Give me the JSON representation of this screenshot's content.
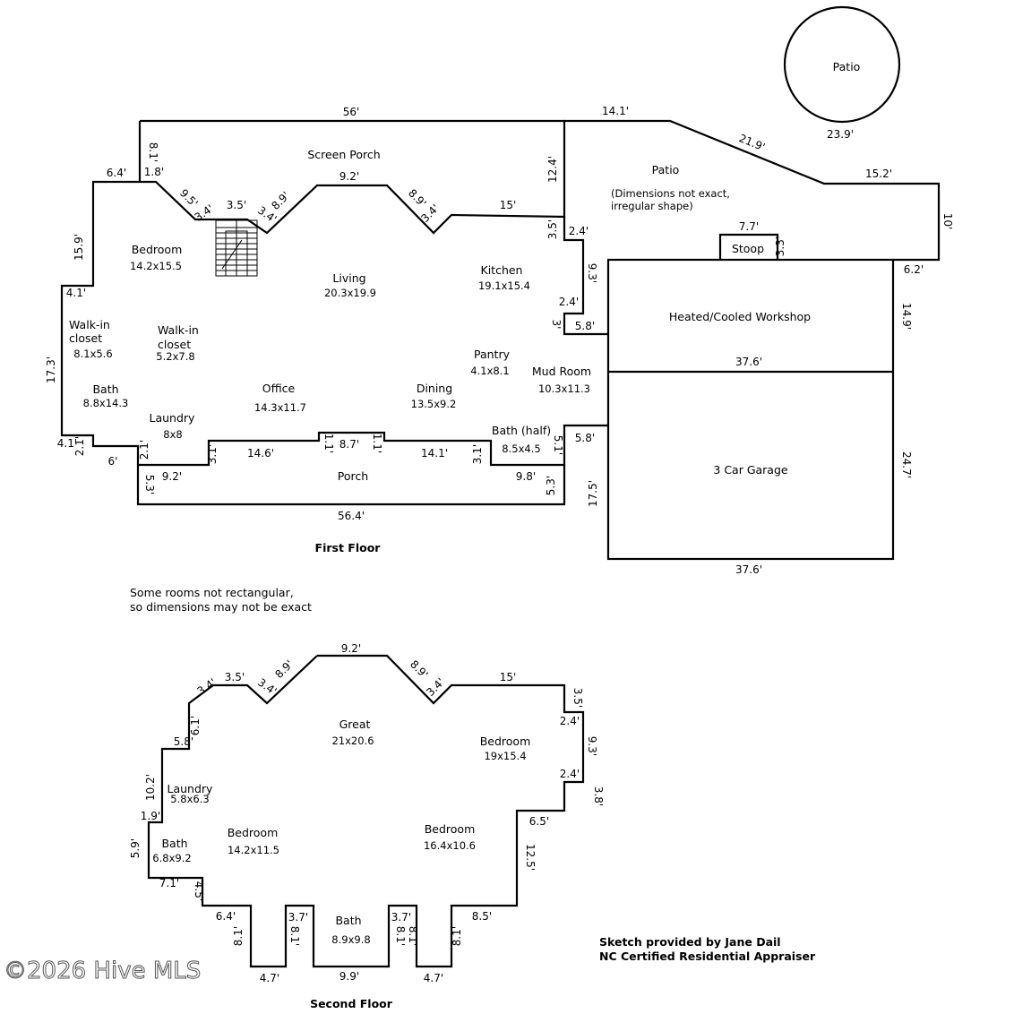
{
  "first_floor": {
    "title": "First Floor",
    "rooms": {
      "screen_porch": "Screen Porch",
      "bedroom": "Bedroom",
      "bedroom_size": "14.2x15.5",
      "living": "Living",
      "living_size": "20.3x19.9",
      "kitchen": "Kitchen",
      "kitchen_size": "19.1x15.4",
      "walkin1_a": "Walk-in",
      "walkin1_b": "closet",
      "walkin1_size": "8.1x5.6",
      "walkin2_a": "Walk-in",
      "walkin2_b": "closet",
      "walkin2_size": "5.2x7.8",
      "bath": "Bath",
      "bath_size": "8.8x14.3",
      "laundry": "Laundry",
      "laundry_size": "8x8",
      "office": "Office",
      "office_size": "14.3x11.7",
      "dining": "Dining",
      "dining_size": "13.5x9.2",
      "pantry": "Pantry",
      "pantry_size": "4.1x8.1",
      "mud_room": "Mud Room",
      "mud_room_size": "10.3x11.3",
      "bath_half": "Bath (half)",
      "bath_half_size": "8.5x4.5",
      "porch": "Porch",
      "patio_round": "Patio",
      "patio": "Patio",
      "patio_note_1": "(Dimensions not exact,",
      "patio_note_2": "irregular shape)",
      "stoop": "Stoop",
      "workshop": "Heated/Cooled Workshop",
      "garage": "3 Car Garage"
    },
    "dims": {
      "top": "56'",
      "top_right": "14.1'",
      "diag": "21.9'",
      "patio_right": "15.2'",
      "patio_end": "10'",
      "round_patio": "23.9'",
      "porch_col": "12.4'",
      "left_top_v": "8.1'",
      "left_top_h": "1.8'",
      "corner_h": "6.4'",
      "diag_left": "9.5'",
      "dl2": "3.4'",
      "stair": "3.5'",
      "dr2": "3.4'",
      "dr3": "8.9'",
      "center": "9.2'",
      "diag_right": "8.9'",
      "dr4": "3.4'",
      "kitchen_top": "15'",
      "k_v1": "3.5'",
      "k_h1": "2.4'",
      "k_v2": "9.3'",
      "k_h2": "2.4'",
      "k_v3": "3'",
      "k_h3": "5.8'",
      "left_v1": "15.9'",
      "left_h1": "4.1'",
      "left_v2": "17.3'",
      "left_h2": "4.1'",
      "left_v3": "2.1'",
      "bot_h1": "6'",
      "bot_v1": "2.1'",
      "bot_v2": "3.1'",
      "bot_h2": "14.6'",
      "bot_v3": "1.1'",
      "bot_h3": "8.7'",
      "bot_v4": "1.1'",
      "bot_h4": "14.1'",
      "bot_v5": "3.1'",
      "bath_v": "5.1'",
      "bath_h": "5.8'",
      "porch_l": "9.2'",
      "porch_lv": "5.3'",
      "porch_r": "9.8'",
      "porch_rv": "5.3'",
      "porch_bot": "56.4'",
      "stoop_w": "7.7'",
      "stoop_h": "3.3'",
      "shop_right_h": "6.2'",
      "shop_v": "14.9'",
      "shop_bottom": "37.6'",
      "garage_v": "24.7'",
      "garage_left": "17.5'",
      "garage_bottom": "37.6'"
    },
    "note_1": "Some rooms not rectangular,",
    "note_2": "so dimensions may not be exact"
  },
  "second_floor": {
    "title": "Second Floor",
    "rooms": {
      "great": "Great",
      "great_size": "21x20.6",
      "bedroom_ne": "Bedroom",
      "bedroom_ne_size": "19x15.4",
      "laundry": "Laundry",
      "laundry_size": "5.8x6.3",
      "bedroom_w": "Bedroom",
      "bedroom_w_size": "14.2x11.5",
      "bedroom_e": "Bedroom",
      "bedroom_e_size": "16.4x10.6",
      "bath_w": "Bath",
      "bath_w_size": "6.8x9.2",
      "bath_s": "Bath",
      "bath_s_size": "8.9x9.8"
    },
    "dims": {
      "top": "9.2'",
      "dl": "8.9'",
      "dl2": "3.4'",
      "stair": "3.5'",
      "dl3": "3.4'",
      "dr": "8.9'",
      "dr2": "3.4'",
      "top_right": "15'",
      "r1": "3.5'",
      "r2": "2.4'",
      "r3": "9.3'",
      "r4": "2.4'",
      "r5": "3.8'",
      "r6": "6.5'",
      "r7": "12.5'",
      "r8": "8.5'",
      "r9": "8.1'",
      "r10": "4.7'",
      "r11": "8.1'",
      "r12": "3.7'",
      "b_center": "9.9'",
      "l12": "3.7'",
      "l11": "8.1'",
      "l10": "8.1'",
      "l9": "4.7'",
      "l8": "8.1'",
      "l7": "6.4'",
      "l6": "4.5'",
      "l5": "7.1'",
      "l4": "5.9'",
      "l3": "1.9'",
      "l2": "10.2'",
      "l1": "5.8'",
      "l0": "6.1'"
    }
  },
  "credit_1": "Sketch provided by Jane Dail",
  "credit_2": "NC Certified Residential Appraiser",
  "watermark": "©2026 Hive MLS"
}
